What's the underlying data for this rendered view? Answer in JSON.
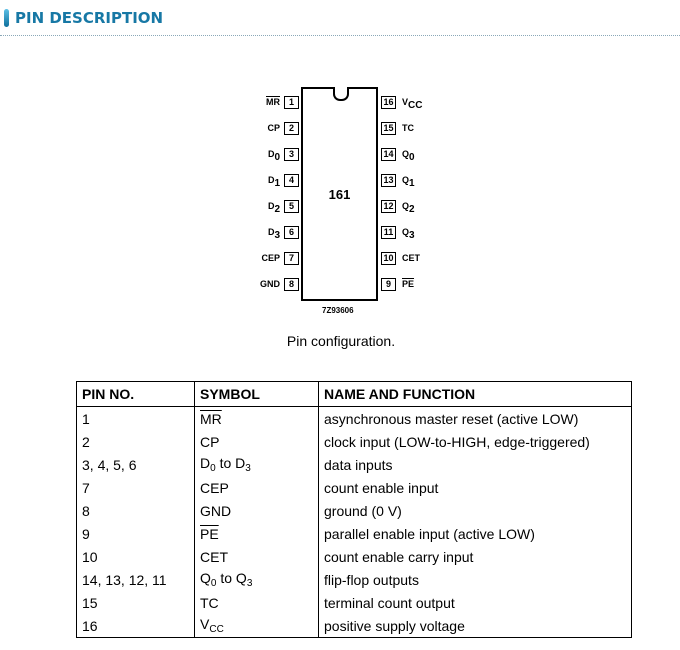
{
  "header": {
    "title": "PIN DESCRIPTION"
  },
  "diagram": {
    "chip_label": "161",
    "code": "7Z93606",
    "caption": "Pin configuration.",
    "left_pins": [
      {
        "n": "1",
        "lab": "MR",
        "over": true
      },
      {
        "n": "2",
        "lab": "CP"
      },
      {
        "n": "3",
        "lab": "D",
        "sub": "0"
      },
      {
        "n": "4",
        "lab": "D",
        "sub": "1"
      },
      {
        "n": "5",
        "lab": "D",
        "sub": "2"
      },
      {
        "n": "6",
        "lab": "D",
        "sub": "3"
      },
      {
        "n": "7",
        "lab": "CEP"
      },
      {
        "n": "8",
        "lab": "GND"
      }
    ],
    "right_pins": [
      {
        "n": "16",
        "lab": "V",
        "sub": "CC"
      },
      {
        "n": "15",
        "lab": "TC"
      },
      {
        "n": "14",
        "lab": "Q",
        "sub": "0"
      },
      {
        "n": "13",
        "lab": "Q",
        "sub": "1"
      },
      {
        "n": "12",
        "lab": "Q",
        "sub": "2"
      },
      {
        "n": "11",
        "lab": "Q",
        "sub": "3"
      },
      {
        "n": "10",
        "lab": "CET"
      },
      {
        "n": "9",
        "lab": "PE",
        "over": true
      }
    ]
  },
  "table": {
    "headers": [
      "PIN NO.",
      "SYMBOL",
      "NAME AND FUNCTION"
    ],
    "rows": [
      {
        "pin": "1",
        "sym": [
          {
            "t": "MR",
            "over": true
          }
        ],
        "fn": "asynchronous master reset (active LOW)"
      },
      {
        "pin": "2",
        "sym": [
          {
            "t": "CP"
          }
        ],
        "fn": "clock input (LOW-to-HIGH, edge-triggered)"
      },
      {
        "pin": "3, 4, 5, 6",
        "sym": [
          {
            "t": "D"
          },
          {
            "t": "0",
            "sub": true
          },
          {
            "t": " to D"
          },
          {
            "t": "3",
            "sub": true
          }
        ],
        "fn": "data inputs"
      },
      {
        "pin": "7",
        "sym": [
          {
            "t": "CEP"
          }
        ],
        "fn": "count enable input"
      },
      {
        "pin": "8",
        "sym": [
          {
            "t": "GND"
          }
        ],
        "fn": "ground (0 V)"
      },
      {
        "pin": "9",
        "sym": [
          {
            "t": "PE",
            "over": true
          }
        ],
        "fn": "parallel enable input (active LOW)"
      },
      {
        "pin": "10",
        "sym": [
          {
            "t": "CET"
          }
        ],
        "fn": "count enable carry input"
      },
      {
        "pin": "14, 13, 12, 11",
        "sym": [
          {
            "t": "Q"
          },
          {
            "t": "0",
            "sub": true
          },
          {
            "t": " to Q"
          },
          {
            "t": "3",
            "sub": true
          }
        ],
        "fn": "flip-flop outputs"
      },
      {
        "pin": "15",
        "sym": [
          {
            "t": "TC"
          }
        ],
        "fn": "terminal count output"
      },
      {
        "pin": "16",
        "sym": [
          {
            "t": "V"
          },
          {
            "t": "CC",
            "sub": true
          }
        ],
        "fn": "positive supply voltage"
      }
    ]
  }
}
